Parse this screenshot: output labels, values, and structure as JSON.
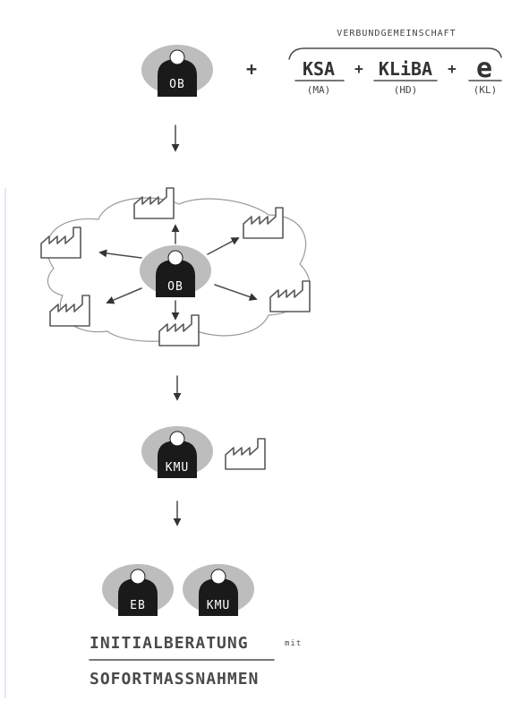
{
  "header": {
    "label": "VERBUNDGEMEINSCHAFT",
    "plus": "+",
    "partners": [
      {
        "name": "KSA",
        "sub": "(MA)"
      },
      {
        "name": "KLiBA",
        "sub": "(HD)"
      },
      {
        "name": "e",
        "sub": "(KL)"
      }
    ]
  },
  "badges": {
    "ob_top": "OB",
    "ob_center": "OB",
    "kmu": "KMU",
    "eb": "EB",
    "kmu_bottom": "KMU"
  },
  "caption": {
    "line1": "INITIALBERATUNG",
    "connector": "mit",
    "line2": "SOFORTMASSNAHMEN"
  },
  "colors": {
    "badge_background": "#bdbdbd",
    "badge_body": "#1a1a1a",
    "ink": "#4a4a4a"
  }
}
